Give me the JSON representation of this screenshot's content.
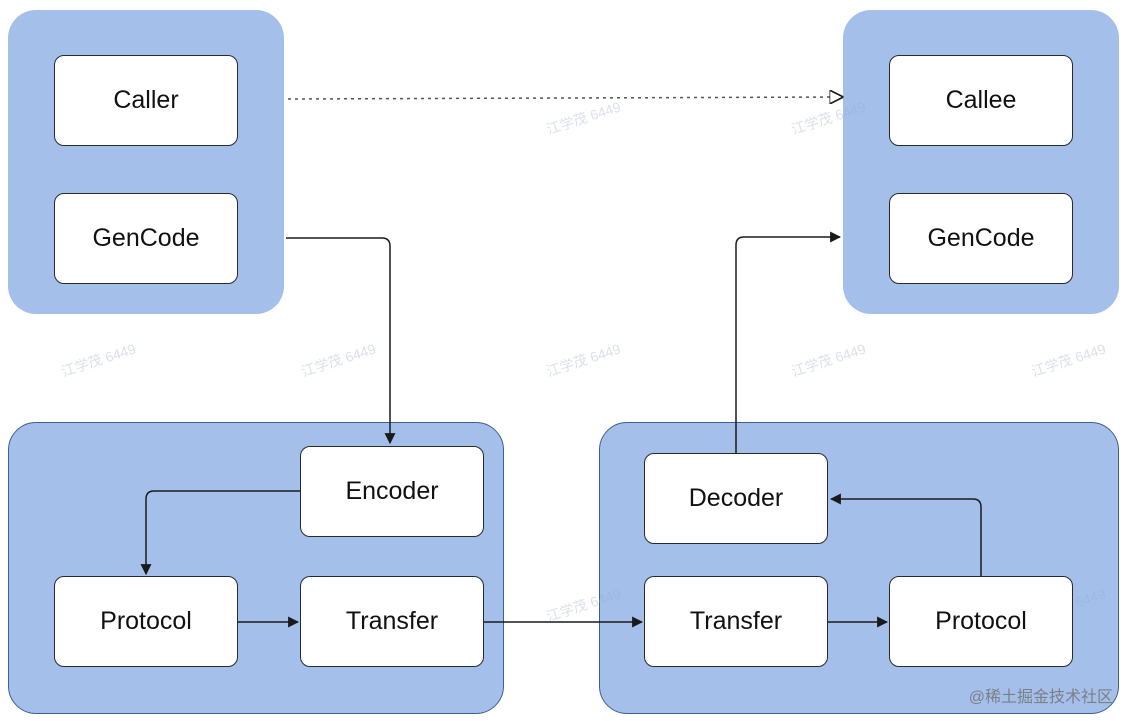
{
  "nodes": {
    "caller": "Caller",
    "callee": "Callee",
    "gencode_left": "GenCode",
    "gencode_right": "GenCode",
    "encoder": "Encoder",
    "protocol_left": "Protocol",
    "transfer_left": "Transfer",
    "decoder": "Decoder",
    "transfer_right": "Transfer",
    "protocol_right": "Protocol"
  },
  "watermark_text": "江学茂 6449",
  "corner_label": "@稀土掘金技术社区",
  "colors": {
    "group_fill": "#a4c0ea",
    "node_fill": "#ffffff",
    "edge": "#1a1a1a"
  }
}
